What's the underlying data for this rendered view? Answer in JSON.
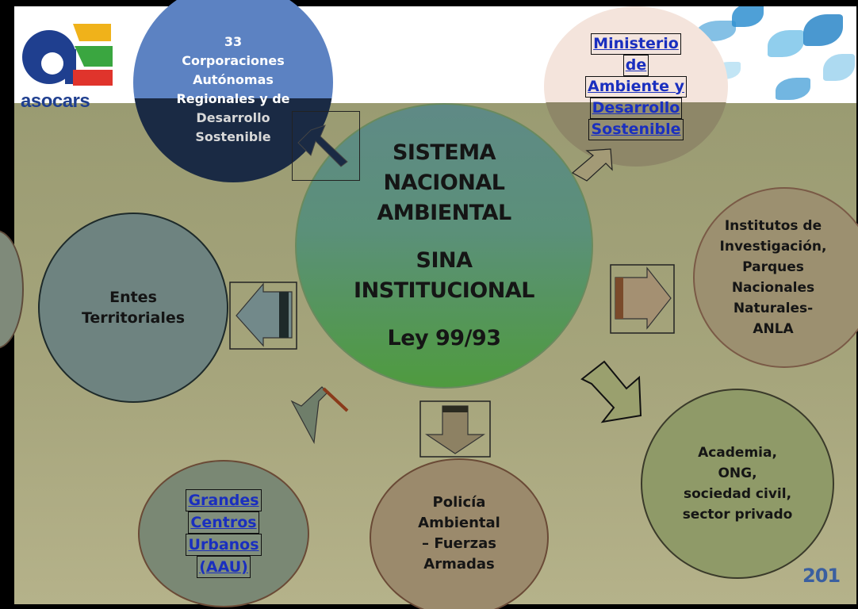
{
  "logo": {
    "text": "asocars"
  },
  "corporaciones": {
    "lines": [
      "33",
      "Corporaciones",
      "Autónomas",
      "Regionales y de",
      "Desarrollo",
      "Sostenible"
    ]
  },
  "ministerio": {
    "lines": [
      "Ministerio",
      "de",
      "Ambiente y",
      "Desarrollo",
      "Sostenible"
    ]
  },
  "center": {
    "lines": [
      "SISTEMA",
      "NACIONAL",
      "AMBIENTAL",
      "SINA",
      "INSTITUCIONAL",
      "Ley 99/93"
    ]
  },
  "entes": {
    "lines": [
      "Entes",
      "Territoriales"
    ]
  },
  "institutos": {
    "lines": [
      "Institutos de",
      "Investigación,",
      "Parques",
      "Nacionales",
      "Naturales-",
      "ANLA"
    ]
  },
  "academia": {
    "lines": [
      "Academia,",
      "ONG,",
      "sociedad civil,",
      "sector privado"
    ]
  },
  "policia": {
    "lines": [
      "Policía",
      "Ambiental",
      "– Fuerzas",
      "Armadas"
    ]
  },
  "grandes": {
    "lines": [
      "Grandes",
      "Centros",
      "Urbanos",
      "(AAU)"
    ]
  },
  "corner_logo": {
    "text": "201"
  },
  "colors": {
    "center_top": "#5f8a86",
    "center_bottom": "#4f9b3f",
    "circle_gray": "#6e8380",
    "dark_navy": "#1a2a44",
    "link": "#1a2fbf"
  }
}
